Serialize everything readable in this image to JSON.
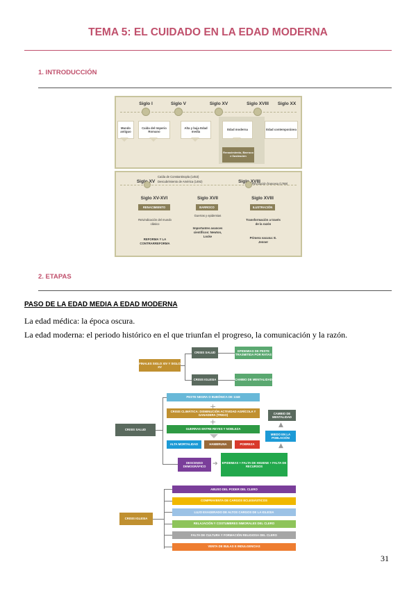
{
  "title": "TEMA 5: EL CUIDADO EN LA EDAD MODERNA",
  "section1": "1.   INTRODUCCIÓN",
  "timeline1": {
    "centuries": [
      "Siglo I",
      "Siglo V",
      "Siglo XV",
      "Siglo XVIII",
      "Siglo XX"
    ],
    "cards": [
      "Mundo antiguo",
      "Caída del Imperio Romano",
      "Alta y baja Edad media",
      "Edad moderna",
      "Edad contemporánea"
    ],
    "highlight": "Renacimiento, Barroco e Ilustración"
  },
  "timeline2": {
    "left_century": "Siglo XV",
    "left_events": [
      "Caída de Constantinopla (1453)",
      "Descubrimiento de América (1492)"
    ],
    "right_century": "Siglo XVIII",
    "right_event": "Revolución francesa (1789)",
    "columns": [
      {
        "century": "Siglo XV-XVI",
        "tag": "RENACIMIENTO",
        "lines": [
          "Reivindicación del mundo clásico"
        ],
        "bold": "REFORMA Y LA CONTRARREFORMA"
      },
      {
        "century": "Siglo XVII",
        "tag": "BARROCO",
        "lines": [
          "Guerras y epidemias",
          "Importantes avances científicos: Newton, Locke"
        ],
        "bold": ""
      },
      {
        "century": "Siglo XVIII",
        "tag": "ILUSTRACIÓN",
        "lines": [
          "Transformación a través de la razón",
          "Primera vacuna: E. Jenner"
        ],
        "bold": ""
      }
    ]
  },
  "section2": "2.   ETAPAS",
  "subheading": "PASO DE LA EDAD MEDIA A EDAD MODERNA",
  "para1": "La edad médica: la época oscura.",
  "para2": "La edad moderna: el periodo histórico en el que triunfan el progreso, la comunicación y la razón.",
  "diagram1": {
    "root": "FINALES SIGLO XIV Y SIGLO XV",
    "branch1": "CRISIS SALUD",
    "branch2": "CRISIS IGLESIA",
    "leaf1": "EPIDEMIAS DE PESTE TRASMITIDA POR RATAS",
    "leaf2": "CAMBIO DE MENTALIDAD"
  },
  "diagram2": {
    "root": "CRISIS SALUD",
    "peste": "PESTE NEGRA O BUBÓNICA DE 1348",
    "climatica": "CRISIS CLIMÁTICA: DISMINUCIÓN ACTIVIDAD AGRÍCOLA Y GANADERA (TRIGO)",
    "guerras": "GUERRAS ENTRE REYES Y NOBLEZA",
    "mortalidad": "ALTA MORTALIDAD",
    "hambruna": "HAMBRUNA",
    "pobreza": "POBREZA",
    "descenso": "DESCENSO DEMOGRÁFICO",
    "epidemias": "EPIDEMIAS + FALTA DE HIGIENE + FALTA DE RECURSOS",
    "miedo": "MIEDO EN LA POBLACIÓN",
    "cambio": "CAMBIO DE MENTALIDAD"
  },
  "diagram3": {
    "root": "CRISIS IGLESIA",
    "items": [
      {
        "label": "ABUSO DEL PODER DEL CLERO",
        "color": "#7a3e9a"
      },
      {
        "label": "COMPRAVENTA DE CARGOS ECLESIÁSTICOS",
        "color": "#f0b800"
      },
      {
        "label": "LUJO EXAGERADO DE ALTOS CARGOS DE LA IGLESIA",
        "color": "#9bc2e6"
      },
      {
        "label": "RELAJACIÓN Y COSTUMBRES INMORALES DEL CLERO",
        "color": "#8ec45a"
      },
      {
        "label": "FALTA DE CULTURA Y FORMACIÓN RELIGIOSA DEL CLERO",
        "color": "#a6a6a6"
      },
      {
        "label": "VENTA DE BULAS E INDULGENCIAS",
        "color": "#ee7d31"
      }
    ]
  },
  "page_number": "31"
}
